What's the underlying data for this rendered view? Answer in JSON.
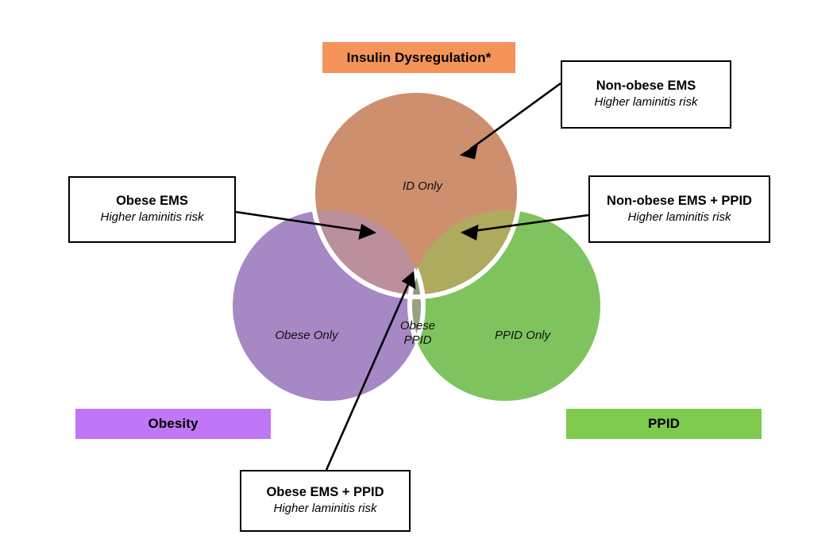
{
  "figure": {
    "type": "venn-diagram",
    "set_count": 3,
    "background_color": "#FFFFFF"
  },
  "banners": {
    "insulin_dysregulation": {
      "label": "Insulin Dysregulation*",
      "color": "#F4945A"
    },
    "obesity": {
      "label": "Obesity",
      "color": "#C077F5"
    },
    "ppid": {
      "label": "PPID",
      "color": "#7FC94E"
    }
  },
  "circles": {
    "id": {
      "name": "Insulin Dysregulation",
      "fill": "#CD8F6E",
      "stroke": "#FFFFFF"
    },
    "obesity": {
      "name": "Obesity",
      "fill": "#A688C4",
      "stroke": "none"
    },
    "ppid": {
      "name": "PPID",
      "fill": "#7FC35E",
      "stroke": "none"
    }
  },
  "regions": [
    {
      "id": "id-only",
      "label": "ID Only",
      "fill": "#CD8F6E"
    },
    {
      "id": "obese-only",
      "label": "Obese Only",
      "fill": "#A688C4"
    },
    {
      "id": "ppid-only",
      "label": "PPID Only",
      "fill": "#7FC35E"
    },
    {
      "id": "obese-ppid",
      "label": "Obese\nPPID",
      "fill": "#99A184"
    },
    {
      "id": "obese-id",
      "label": "",
      "fill": "#BC8F9C"
    },
    {
      "id": "id-ppid",
      "label": "",
      "fill": "#AEAA5E"
    },
    {
      "id": "obese-id-ppid",
      "label": "",
      "fill": "#909A7E"
    }
  ],
  "callouts": [
    {
      "id": "non-obese-ems",
      "title": "Non-obese EMS",
      "subtitle": "Higher laminitis risk"
    },
    {
      "id": "obese-ems",
      "title": "Obese EMS",
      "subtitle": "Higher laminitis risk"
    },
    {
      "id": "non-obese-ems-ppid",
      "title": "Non-obese EMS + PPID",
      "subtitle": "Higher laminitis risk"
    },
    {
      "id": "obese-ems-ppid",
      "title": "Obese EMS + PPID",
      "subtitle": "Higher laminitis risk"
    }
  ]
}
